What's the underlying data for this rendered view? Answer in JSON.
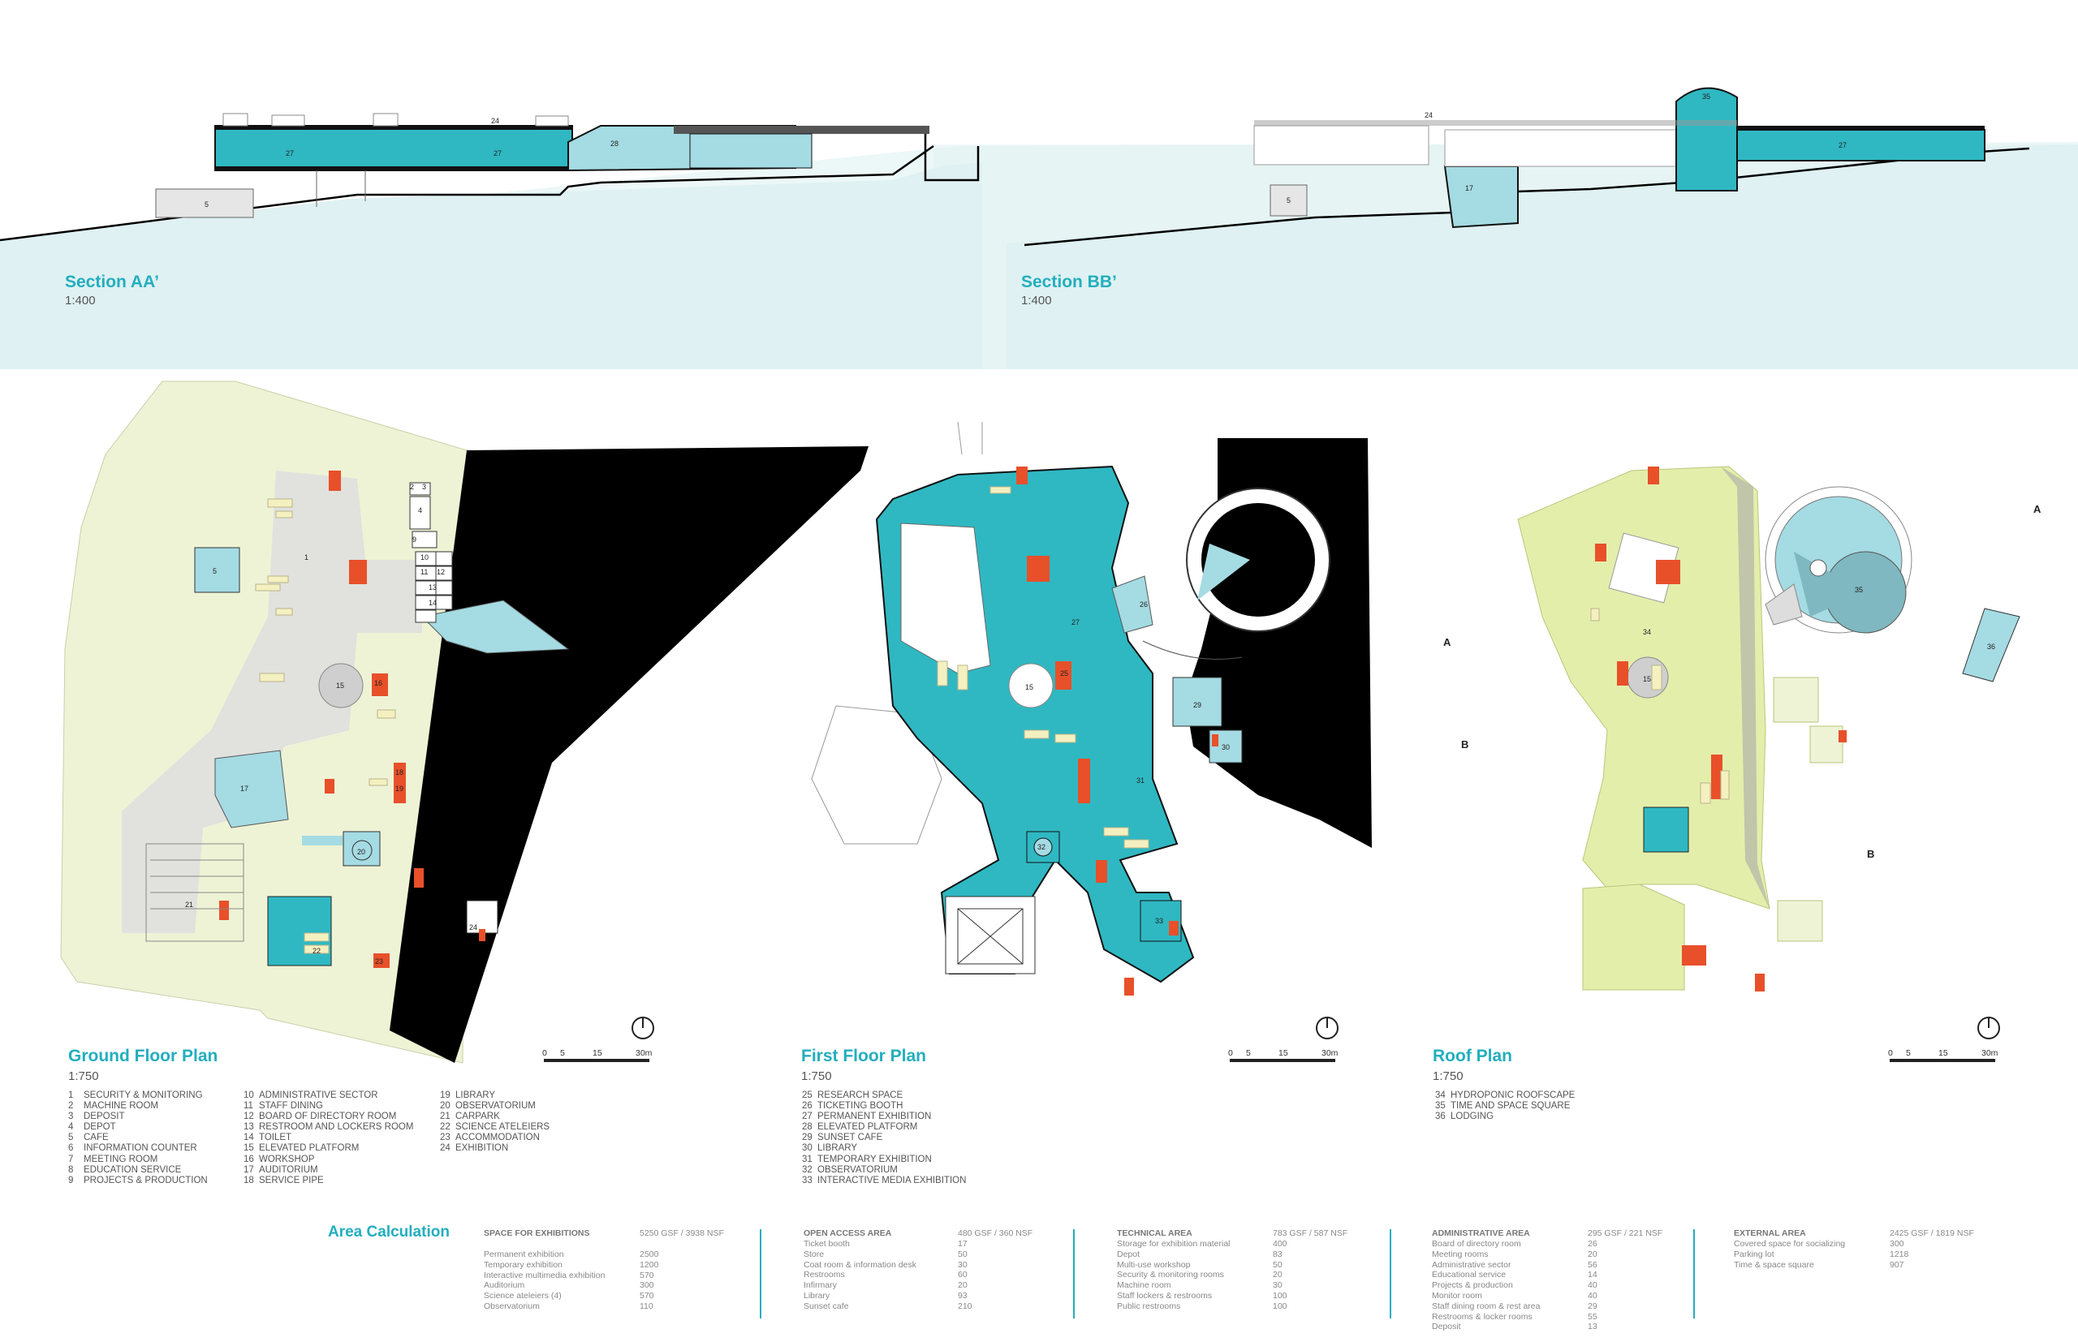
{
  "colors": {
    "teal": "#2fb8c2",
    "lightblue": "#a5dbe3",
    "paleblue": "#dff1f2",
    "red": "#e8502a",
    "cream": "#f4f0c0",
    "lightgreen": "#eef3d6",
    "black": "#000000",
    "grey": "#cfcfcf"
  },
  "sections": [
    {
      "title": "Section AA’",
      "scale": "1:400"
    },
    {
      "title": "Section BB’",
      "scale": "1:400"
    }
  ],
  "section_labels": {
    "a_27a": "27",
    "a_27b": "27",
    "a_24": "24",
    "a_5": "5",
    "a_28": "28",
    "b_24": "24",
    "b_27": "27",
    "b_17": "17",
    "b_5": "5",
    "b_35": "35"
  },
  "plans": [
    {
      "title": "Ground Floor Plan",
      "scale": "1:750"
    },
    {
      "title": "First Floor Plan",
      "scale": "1:750"
    },
    {
      "title": "Roof Plan",
      "scale": "1:750"
    }
  ],
  "scalebar": {
    "t0": "0",
    "t5": "5",
    "t15": "15",
    "t30": "30m"
  },
  "markers": {
    "a1": "A",
    "a2": "A",
    "b1": "B",
    "b2": "B"
  },
  "ground_labels": {
    "n1": "1",
    "n2": "2",
    "n3": "3",
    "n4": "4",
    "n5": "5",
    "n9": "9",
    "n10": "10",
    "n11": "11",
    "n12": "12",
    "n13": "13",
    "n14": "14",
    "n15": "15",
    "n16": "16",
    "n17": "17",
    "n18": "18",
    "n19": "19",
    "n20": "20",
    "n21": "21",
    "n22": "22",
    "n23": "23",
    "n24": "24"
  },
  "first_labels": {
    "n25": "25",
    "n26": "26",
    "n27": "27",
    "n15": "15",
    "n29": "29",
    "n30": "30",
    "n31": "31",
    "n32": "32",
    "n33": "33"
  },
  "roof_labels": {
    "n34": "34",
    "n35": "35",
    "n36": "36",
    "n15": "15"
  },
  "legend_ground": [
    [
      {
        "n": "1",
        "t": "SECURITY & MONITORING"
      },
      {
        "n": "2",
        "t": "MACHINE ROOM"
      },
      {
        "n": "3",
        "t": "DEPOSIT"
      },
      {
        "n": "4",
        "t": "DEPOT"
      },
      {
        "n": "5",
        "t": "CAFE"
      },
      {
        "n": "6",
        "t": "INFORMATION COUNTER"
      },
      {
        "n": "7",
        "t": "MEETING ROOM"
      },
      {
        "n": "8",
        "t": "EDUCATION SERVICE"
      },
      {
        "n": "9",
        "t": "PROJECTS & PRODUCTION"
      }
    ],
    [
      {
        "n": "10",
        "t": "ADMINISTRATIVE SECTOR"
      },
      {
        "n": "11",
        "t": "STAFF DINING"
      },
      {
        "n": "12",
        "t": "BOARD OF DIRECTORY ROOM"
      },
      {
        "n": "13",
        "t": "RESTROOM AND LOCKERS ROOM"
      },
      {
        "n": "14",
        "t": "TOILET"
      },
      {
        "n": "15",
        "t": "ELEVATED PLATFORM"
      },
      {
        "n": "16",
        "t": "WORKSHOP"
      },
      {
        "n": "17",
        "t": "AUDITORIUM"
      },
      {
        "n": "18",
        "t": "SERVICE PIPE"
      }
    ],
    [
      {
        "n": "19",
        "t": "LIBRARY"
      },
      {
        "n": "20",
        "t": "OBSERVATORIUM"
      },
      {
        "n": "21",
        "t": "CARPARK"
      },
      {
        "n": "22",
        "t": "SCIENCE ATELEIERS"
      },
      {
        "n": "23",
        "t": "ACCOMMODATION"
      },
      {
        "n": "24",
        "t": "EXHIBITION"
      }
    ]
  ],
  "legend_first": [
    {
      "n": "25",
      "t": "RESEARCH SPACE"
    },
    {
      "n": "26",
      "t": "TICKETING BOOTH"
    },
    {
      "n": "27",
      "t": "PERMANENT EXHIBITION"
    },
    {
      "n": "28",
      "t": "ELEVATED PLATFORM"
    },
    {
      "n": "29",
      "t": "SUNSET CAFE"
    },
    {
      "n": "30",
      "t": "LIBRARY"
    },
    {
      "n": "31",
      "t": "TEMPORARY EXHIBITION"
    },
    {
      "n": "32",
      "t": "OBSERVATORIUM"
    },
    {
      "n": "33",
      "t": "INTERACTIVE MEDIA EXHIBITION"
    }
  ],
  "legend_roof": [
    {
      "n": "34",
      "t": "HYDROPONIC ROOFSCAPE"
    },
    {
      "n": "35",
      "t": "TIME AND SPACE SQUARE"
    },
    {
      "n": "36",
      "t": "LODGING"
    }
  ],
  "area": {
    "title": "Area Calculation",
    "groups": [
      {
        "head": "SPACE FOR EXHIBITIONS",
        "total": "5250 GSF  / 3938 NSF",
        "rows": [
          [
            "Permanent exhibition",
            "2500"
          ],
          [
            "Temporary exhibition",
            "1200"
          ],
          [
            "Interactive multimedia exhibition",
            "570"
          ],
          [
            "Auditorium",
            "300"
          ],
          [
            "Science ateleiers (4)",
            "570"
          ],
          [
            "Observatorium",
            "110"
          ]
        ]
      },
      {
        "head": "OPEN ACCESS AREA",
        "total": "480 GSF  / 360 NSF",
        "rows": [
          [
            "Ticket booth",
            "17"
          ],
          [
            "Store",
            "50"
          ],
          [
            "Coat room & information desk",
            "30"
          ],
          [
            "Restrooms",
            "60"
          ],
          [
            "Infirmary",
            "20"
          ],
          [
            "Library",
            "93"
          ],
          [
            "Sunset cafe",
            "210"
          ]
        ]
      },
      {
        "head": "TECHNICAL AREA",
        "total": "783 GSF  / 587 NSF",
        "rows": [
          [
            "Storage for exhibition material",
            "400"
          ],
          [
            "Depot",
            "83"
          ],
          [
            "Multi-use workshop",
            "50"
          ],
          [
            "Security & monitoring rooms",
            "20"
          ],
          [
            "Machine room",
            "30"
          ],
          [
            "Staff lockers & restrooms",
            "100"
          ],
          [
            "Public restrooms",
            "100"
          ]
        ]
      },
      {
        "head": "ADMINISTRATIVE AREA",
        "total": "295 GSF  / 221 NSF",
        "rows": [
          [
            "Board of directory room",
            "26"
          ],
          [
            "Meeting rooms",
            "20"
          ],
          [
            "Administrative sector",
            "56"
          ],
          [
            "Educational service",
            "14"
          ],
          [
            "Projects & production",
            "40"
          ],
          [
            "Monitor room",
            "40"
          ],
          [
            "Staff dining room & rest area",
            "29"
          ],
          [
            "Restrooms & locker rooms",
            "55"
          ],
          [
            "Deposit",
            "13"
          ]
        ]
      },
      {
        "head": "EXTERNAL AREA",
        "total": "2425 GSF  / 1819 NSF",
        "rows": [
          [
            "Covered space for socializing",
            "300"
          ],
          [
            "Parking lot",
            "1218"
          ],
          [
            "Time & space square",
            "907"
          ]
        ]
      }
    ]
  }
}
